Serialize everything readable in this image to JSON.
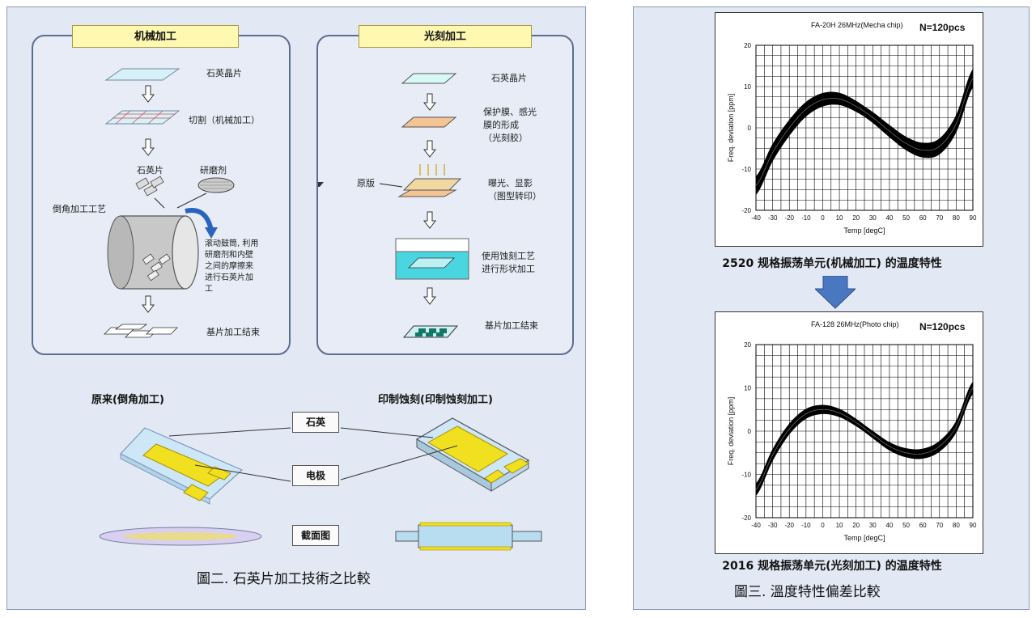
{
  "left_panel": {
    "mech_box": {
      "title": "机械加工",
      "step1": "石英晶片",
      "step2": "切割（机械加工）",
      "step3_a": "石英片",
      "step3_b": "研磨剂",
      "step4": "倒角加工工艺",
      "step4_desc": [
        "滚动鼓筒, 利用",
        "研磨剂和内壁",
        "之间的摩擦来",
        "进行石英片加",
        "工"
      ],
      "step5": "基片加工结束"
    },
    "photo_box": {
      "title": "光刻加工",
      "step1": "石英晶片",
      "step2": [
        "保护膜、感光",
        "膜的形成",
        "（光刻胶）"
      ],
      "step3_side": "原版",
      "step3": [
        "曝光、显影",
        "（图型转印）"
      ],
      "step4": [
        "使用蚀刻工艺",
        "进行形状加工"
      ],
      "step5": "基片加工结束"
    },
    "comparison": {
      "left_title": "原来(倒角加工)",
      "right_title": "印制蚀刻(印制蚀刻加工)",
      "label_quartz": "石英",
      "label_electrode": "电极",
      "label_section": "截面图"
    },
    "caption": "圖二. 石英片加工技術之比較"
  },
  "right_panel": {
    "chart_caption_1": "2520 规格振荡单元(机械加工) 的温度特性",
    "chart_caption_2": "2016 规格振荡单元(光刻加工) 的温度特性",
    "caption": "圖三. 溫度特性偏差比較"
  },
  "colors": {
    "panel_bg": "#e3e9f4",
    "title_box": "#fff8b0",
    "electrode": "#f0e020",
    "quartz": "#c8e4f8",
    "arrow_blue": "#4a78c0"
  },
  "chart_data": [
    {
      "type": "line",
      "title": "FA-20H 26MHz(Mecha chip)",
      "annotation": "N=120pcs",
      "xlabel": "Temp [degC]",
      "ylabel": "Freq. deviation [ppm]",
      "xlim": [
        -40,
        90
      ],
      "ylim": [
        -20,
        20
      ],
      "xticks": [
        -40,
        -30,
        -20,
        -10,
        0,
        10,
        20,
        30,
        40,
        50,
        60,
        70,
        80,
        90
      ],
      "yticks": [
        -20,
        -10,
        0,
        10,
        20
      ],
      "grid": true,
      "band_halfwidth": 2.2,
      "x": [
        -40,
        -30,
        -20,
        -10,
        0,
        10,
        20,
        30,
        40,
        50,
        60,
        70,
        80,
        90
      ],
      "y": [
        -14,
        -6,
        0,
        4.5,
        6.8,
        7,
        5.2,
        2.5,
        -0.8,
        -3.8,
        -5.4,
        -4.5,
        1,
        12
      ]
    },
    {
      "type": "line",
      "title": "FA-128 26MHz(Photo chip)",
      "annotation": "N=120pcs",
      "xlabel": "Temp [degC]",
      "ylabel": "Freq. deviation [ppm]",
      "xlim": [
        -40,
        90
      ],
      "ylim": [
        -20,
        20
      ],
      "xticks": [
        -40,
        -30,
        -20,
        -10,
        0,
        10,
        20,
        30,
        40,
        50,
        60,
        70,
        80,
        90
      ],
      "yticks": [
        -20,
        -10,
        0,
        10,
        20
      ],
      "grid": true,
      "band_halfwidth": 1.4,
      "x": [
        -40,
        -30,
        -20,
        -10,
        0,
        10,
        20,
        30,
        40,
        50,
        60,
        70,
        80,
        90
      ],
      "y": [
        -13.5,
        -5.5,
        0.5,
        4,
        5,
        4.2,
        2,
        -0.8,
        -3.5,
        -5,
        -5.2,
        -3.5,
        1,
        10
      ]
    }
  ]
}
